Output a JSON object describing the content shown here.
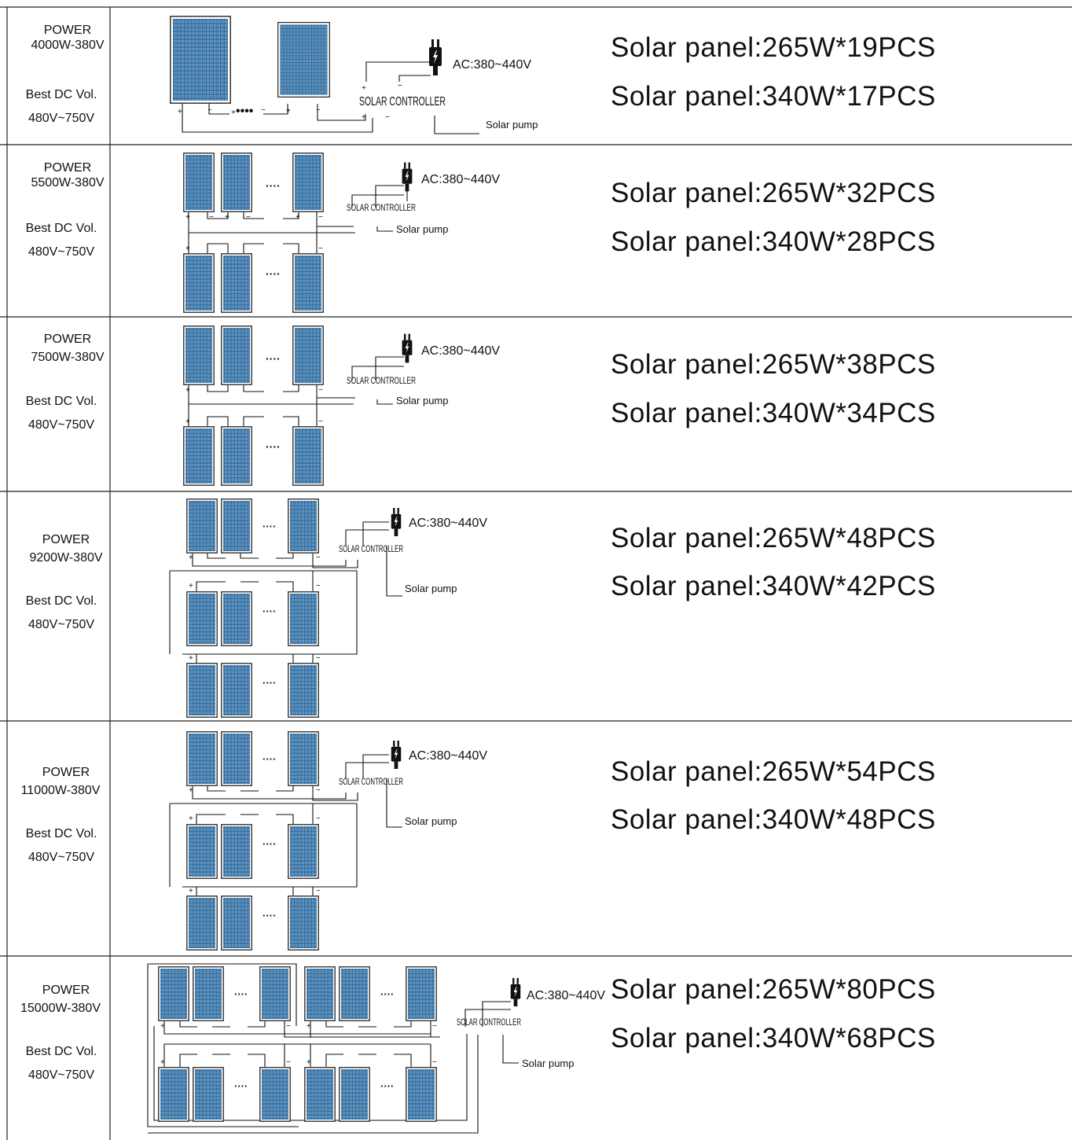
{
  "rows": [
    {
      "power_label": "POWER",
      "power_value": "4000W-380V",
      "dc_label": "Best DC Vol.",
      "dc_range": "480V~750V",
      "ac_label": "AC:380~440V",
      "controller_label": "SOLAR CONTROLLER",
      "pump_label": "Solar pump",
      "spec_265": "Solar panel:265W*19PCS",
      "spec_340": "Solar panel:340W*17PCS",
      "layout": "single-string"
    },
    {
      "power_label": "POWER",
      "power_value": "5500W-380V",
      "dc_label": "Best DC Vol.",
      "dc_range": "480V~750V",
      "ac_label": "AC:380~440V",
      "controller_label": "SOLAR CONTROLLER",
      "pump_label": "Solar pump",
      "spec_265": "Solar panel:265W*32PCS",
      "spec_340": "Solar panel:340W*28PCS",
      "layout": "two-strings"
    },
    {
      "power_label": "POWER",
      "power_value": "7500W-380V",
      "dc_label": "Best DC Vol.",
      "dc_range": "480V~750V",
      "ac_label": "AC:380~440V",
      "controller_label": "SOLAR CONTROLLER",
      "pump_label": "Solar pump",
      "spec_265": "Solar panel:265W*38PCS",
      "spec_340": "Solar panel:340W*34PCS",
      "layout": "two-strings"
    },
    {
      "power_label": "POWER",
      "power_value": "9200W-380V",
      "dc_label": "Best DC Vol.",
      "dc_range": "480V~750V",
      "ac_label": "AC:380~440V",
      "controller_label": "SOLAR CONTROLLER",
      "pump_label": "Solar pump",
      "spec_265": "Solar panel:265W*48PCS",
      "spec_340": "Solar panel:340W*42PCS",
      "layout": "three-strings"
    },
    {
      "power_label": "POWER",
      "power_value": "11000W-380V",
      "dc_label": "Best DC Vol.",
      "dc_range": "480V~750V",
      "ac_label": "AC:380~440V",
      "controller_label": "SOLAR CONTROLLER",
      "pump_label": "Solar pump",
      "spec_265": "Solar panel:265W*54PCS",
      "spec_340": "Solar panel:340W*48PCS",
      "layout": "three-strings"
    },
    {
      "power_label": "POWER",
      "power_value": "15000W-380V",
      "dc_label": "Best DC Vol.",
      "dc_range": "480V~750V",
      "ac_label": "AC:380~440V",
      "controller_label": "SOLAR CONTROLLER",
      "pump_label": "Solar pump",
      "spec_265": "Solar panel:265W*80PCS",
      "spec_340": "Solar panel:340W*68PCS",
      "layout": "four-strings"
    }
  ],
  "symbols": {
    "plus": "+",
    "minus": "−",
    "ellipsis": "••••",
    "dots_small": "····"
  },
  "colors": {
    "panel_blue": "#2e6a9c",
    "panel_cell": "#dfe9f2",
    "line": "#111111"
  }
}
